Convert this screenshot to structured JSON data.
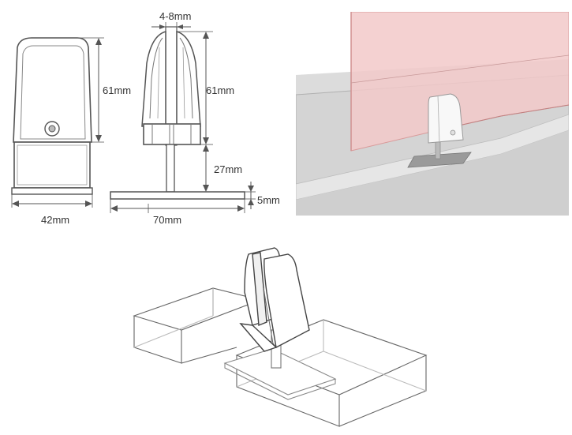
{
  "dimensions": {
    "front_height": "61mm",
    "front_width": "42mm",
    "glass_thickness": "4-8mm",
    "side_height": "61mm",
    "stem_height": "27mm",
    "base_thickness": "5mm",
    "base_length": "70mm"
  },
  "colors": {
    "line": "#555555",
    "panel_tint": "#f2c9c9",
    "desk": "#d6d6d6"
  }
}
